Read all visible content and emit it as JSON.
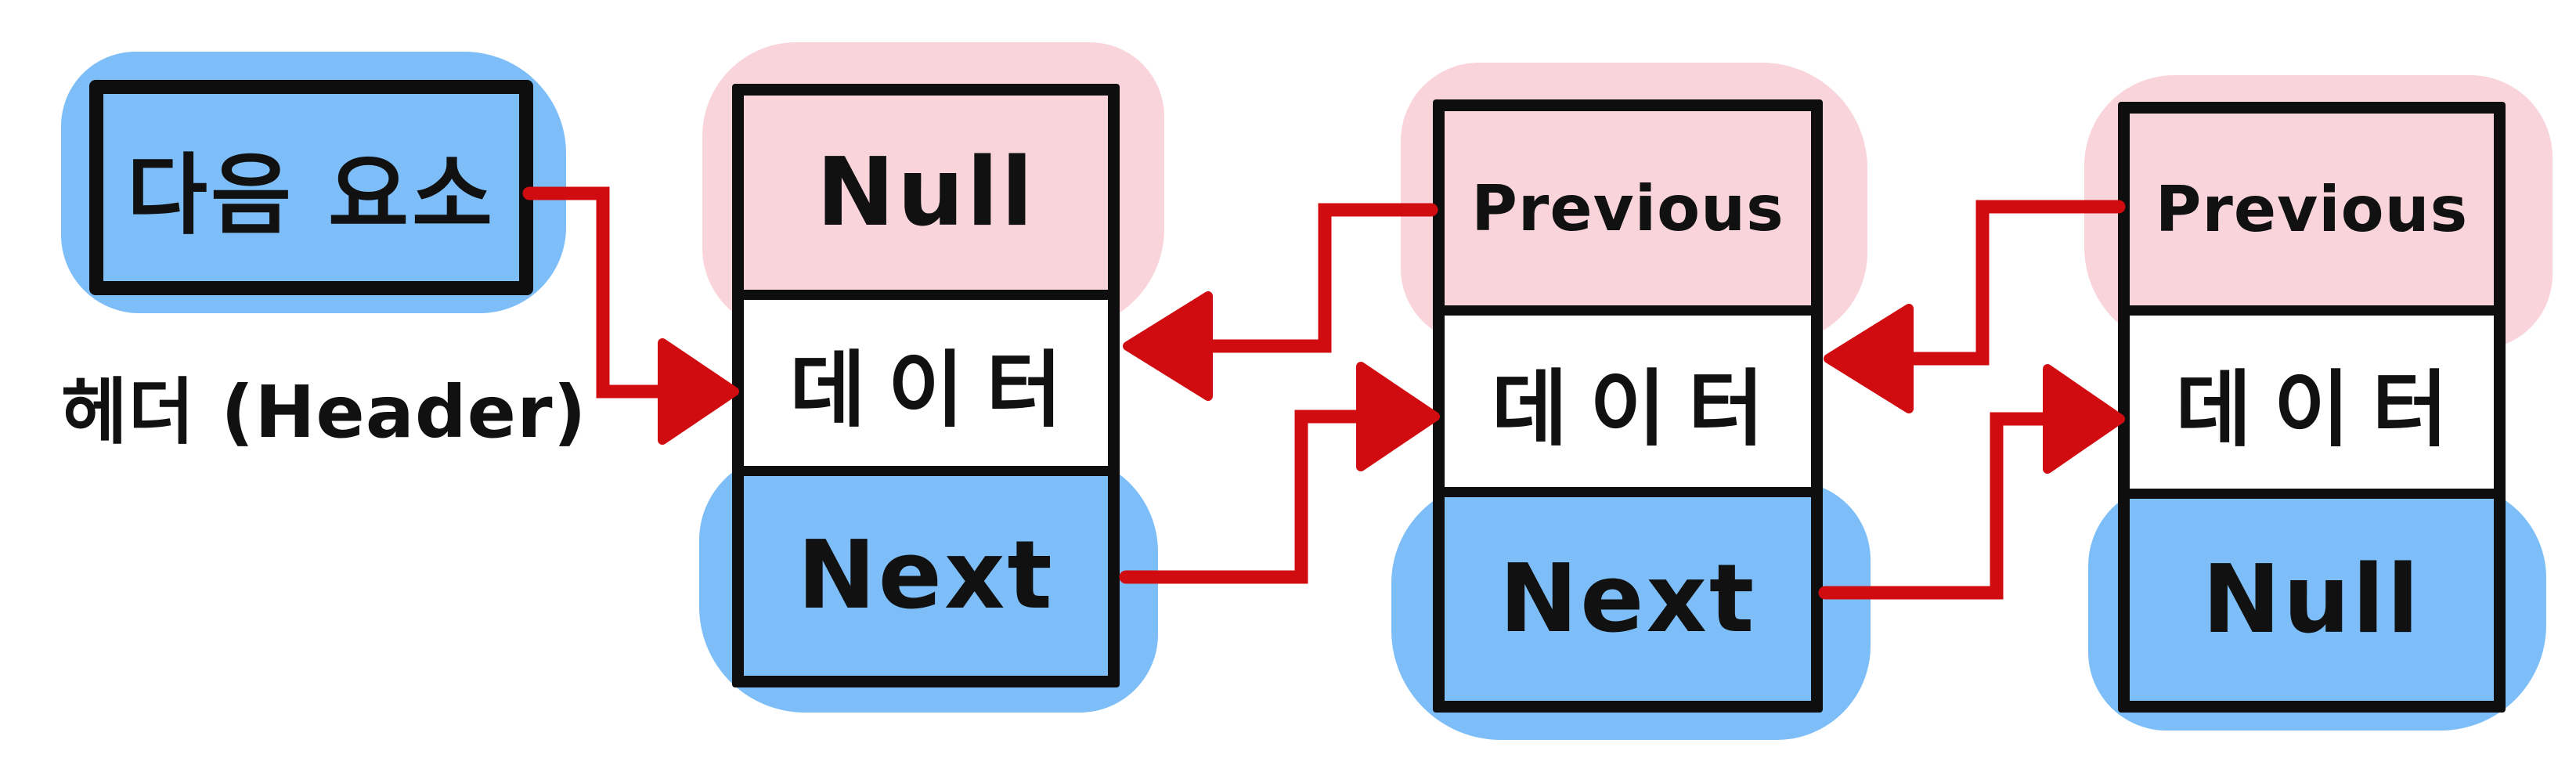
{
  "colors": {
    "blue": "#7dbef8",
    "pink": "#f9d5db",
    "red": "#d10c11",
    "ink": "#0e0e0e",
    "background": "#ffffff"
  },
  "header": {
    "label": "다음 요소",
    "caption": "헤더 (Header)"
  },
  "nodes": [
    {
      "cells": [
        {
          "label": "Null"
        },
        {
          "label": "데이터"
        },
        {
          "label": "Next"
        }
      ]
    },
    {
      "cells": [
        {
          "label": "Previous"
        },
        {
          "label": "데이터"
        },
        {
          "label": "Next"
        }
      ]
    },
    {
      "cells": [
        {
          "label": "Previous"
        },
        {
          "label": "데이터"
        },
        {
          "label": "Null"
        }
      ]
    }
  ],
  "arrows": [
    {
      "from": "header",
      "to": "node-1-data",
      "direction": "right"
    },
    {
      "from": "node-1-next",
      "to": "node-2-data",
      "direction": "right"
    },
    {
      "from": "node-2-previous",
      "to": "node-1-data",
      "direction": "left"
    },
    {
      "from": "node-2-next",
      "to": "node-3-data",
      "direction": "right"
    },
    {
      "from": "node-3-previous",
      "to": "node-2-data",
      "direction": "left"
    }
  ]
}
